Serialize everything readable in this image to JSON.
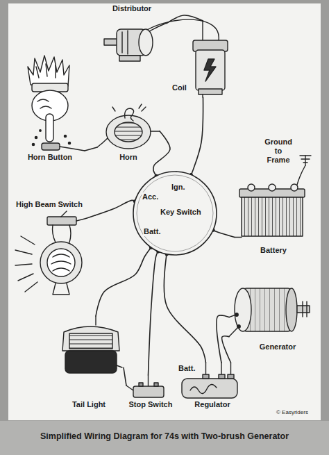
{
  "diagram": {
    "title": "Simplified Wiring Diagram for 74s with Two-brush Generator",
    "nodes": [
      {
        "text": [
          "Distributor"
        ]
      },
      {
        "text": [
          "Coil"
        ]
      },
      {
        "text": [
          "Horn Button"
        ]
      },
      {
        "text": [
          "Horn"
        ]
      },
      {
        "text": [
          "Acc.",
          "Ign.",
          "Key Switch",
          "Batt."
        ]
      },
      {
        "text": [
          "Battery"
        ]
      },
      {
        "text": [
          "High Beam Switch"
        ]
      },
      {
        "text": [
          "Generator"
        ]
      },
      {
        "text": [
          "Batt.",
          "Regulator"
        ]
      },
      {
        "text": [
          "Tail Light"
        ]
      },
      {
        "text": [
          "Stop Switch"
        ]
      }
    ],
    "edges": [
      {
        "from": 0,
        "to": 1,
        "arrow": "none"
      },
      {
        "from": 2,
        "to": 3,
        "arrow": "none"
      },
      {
        "from": 3,
        "to": 4,
        "arrow": "none"
      },
      {
        "from": 1,
        "to": 4,
        "arrow": "none"
      },
      {
        "from": 4,
        "to": 5,
        "arrow": "none"
      },
      {
        "from": 6,
        "to": 4,
        "arrow": "none"
      },
      {
        "from": 4,
        "to": 8,
        "arrow": "none"
      },
      {
        "from": 8,
        "to": 7,
        "arrow": "none"
      },
      {
        "from": 8,
        "to": 7,
        "arrow": "none"
      },
      {
        "from": 9,
        "to": 4,
        "arrow": "none"
      },
      {
        "from": 10,
        "to": 4,
        "arrow": "none"
      },
      {
        "from": 10,
        "to": 9,
        "arrow": "none"
      }
    ],
    "labels": [
      "Ground to Frame",
      "© Easyriders"
    ]
  }
}
